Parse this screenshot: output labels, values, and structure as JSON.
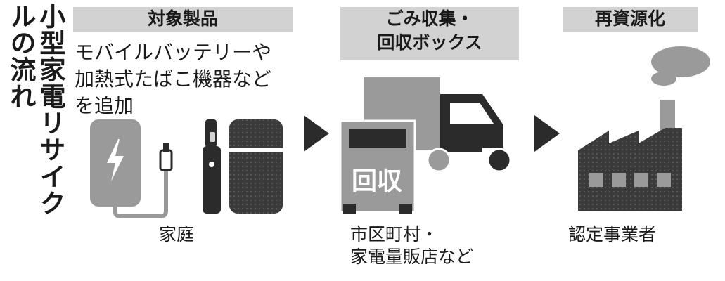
{
  "title": "小型家電リサイクルの流れ",
  "stages": [
    {
      "label": "対象製品",
      "caption": "家庭"
    },
    {
      "label_lines": [
        "ごみ収集・",
        "回収ボックス"
      ],
      "caption_lines": [
        "市区町村・",
        "家電量販店など"
      ]
    },
    {
      "label": "再資源化",
      "caption": "認定事業者"
    }
  ],
  "description_lines": [
    "モバイルバッテリーや",
    "加熱式たばこ機器など",
    "を追加"
  ],
  "box_text": "回収",
  "colors": {
    "dark": "#2b2b2b",
    "mid": "#9a9a9a",
    "light": "#d2d2d2"
  }
}
